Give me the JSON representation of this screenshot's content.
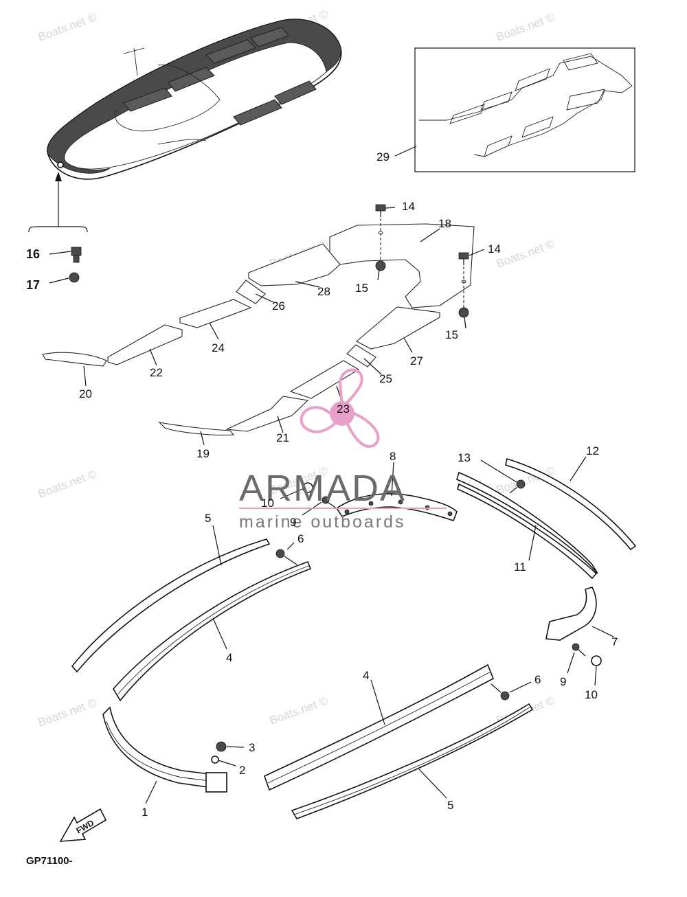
{
  "watermarks": [
    "Boats.net ©",
    "Boats.net ©",
    "Boats.net ©",
    "Boats.net ©",
    "Boats.net ©",
    "Boats.net ©",
    "Boats.net ©",
    "Boats.net ©",
    "Boats.net ©",
    "Boats.net ©",
    "Boats.net ©"
  ],
  "callouts": {
    "p1": "1",
    "p2": "2",
    "p3": "3",
    "p4a": "4",
    "p4b": "4",
    "p5a": "5",
    "p5b": "5",
    "p6a": "6",
    "p6b": "6",
    "p7": "7",
    "p8": "8",
    "p9a": "9",
    "p9b": "9",
    "p10a": "10",
    "p10b": "10",
    "p11": "11",
    "p12": "12",
    "p13": "13",
    "p14a": "14",
    "p14b": "14",
    "p15a": "15",
    "p15b": "15",
    "p16": "16",
    "p17": "17",
    "p18": "18",
    "p19": "19",
    "p20": "20",
    "p21": "21",
    "p22": "22",
    "p23": "23",
    "p24": "24",
    "p25": "25",
    "p26": "26",
    "p27": "27",
    "p28": "28",
    "p29": "29"
  },
  "logo": {
    "title": "ARMADA",
    "subtitle": "marine outboards",
    "accent": "#e8a0c8"
  },
  "fwd_label": "FWD",
  "diagram_code": "GP71100-"
}
